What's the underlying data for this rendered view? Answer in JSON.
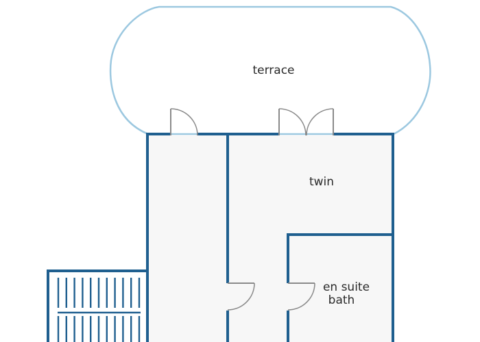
{
  "rooms": {
    "terrace": "terrace",
    "twin": "twin",
    "en_suite_line1": "en suite",
    "en_suite_line2": "bath"
  },
  "colors": {
    "wall": "#1f5f8f",
    "terrace_outline": "#9cc8e0",
    "floor": "#f7f7f7",
    "door": "#8a8a8a"
  }
}
